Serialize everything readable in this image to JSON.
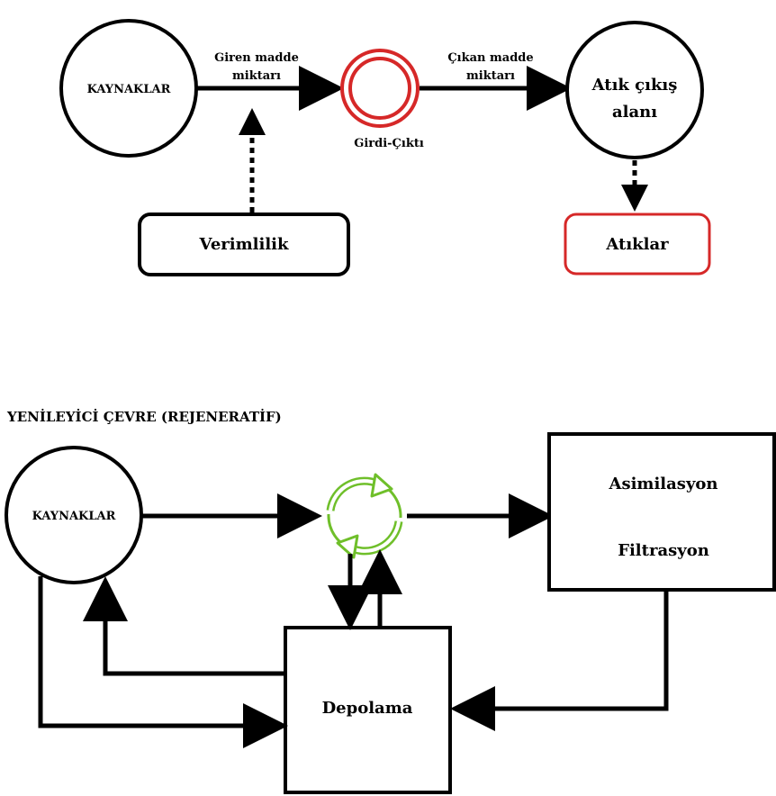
{
  "top": {
    "source": "KAYNAKLAR",
    "input_label_1": "Giren madde",
    "input_label_2": "miktarı",
    "process": "Girdi-Çıktı",
    "output_label_1": "Çıkan madde",
    "output_label_2": "miktarı",
    "waste_area_1": "Atık çıkış",
    "waste_area_2": "alanı",
    "efficiency": "Verimlilik",
    "waste": "Atıklar"
  },
  "bottom": {
    "title": "YENİLEYİCİ ÇEVRE (REJENERATİF)",
    "source": "KAYNAKLAR",
    "assimilation": "Asimilasyon",
    "filtration": "Filtrasyon",
    "storage": "Depolama"
  },
  "colors": {
    "line": "#000000",
    "waste_accent": "#d62828",
    "cycle_accent": "#6fbf2a"
  }
}
